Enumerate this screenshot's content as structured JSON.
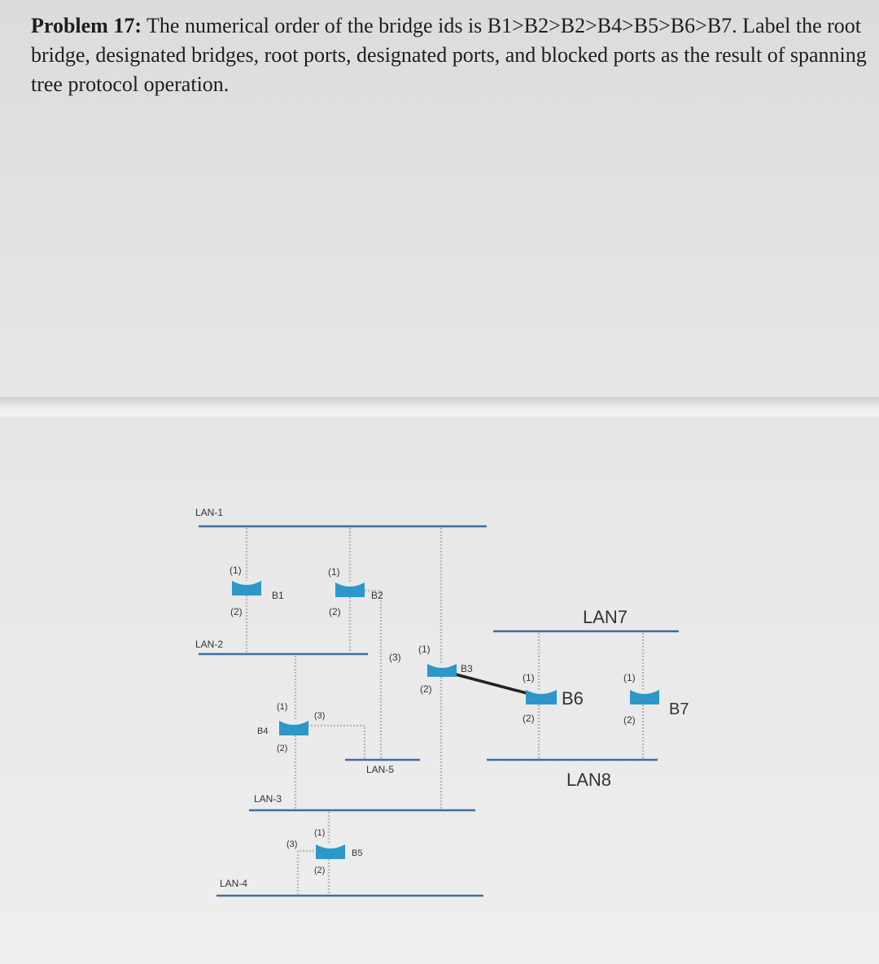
{
  "problem": {
    "label": "Problem 17:",
    "text": " The numerical order of the bridge ids is B1>B2>B2>B4>B5>B6>B7. Label the root bridge, designated bridges, root ports, designated ports, and blocked ports as the result of spanning tree protocol operation."
  },
  "lans": {
    "lan1": "LAN-1",
    "lan2": "LAN-2",
    "lan3": "LAN-3",
    "lan4": "LAN-4",
    "lan5": "LAN-5",
    "lan7": "LAN7",
    "lan8": "LAN8"
  },
  "bridges": {
    "b1": {
      "name": "B1",
      "p1": "(1)",
      "p2": "(2)"
    },
    "b2": {
      "name": "B2",
      "p1": "(1)",
      "p2": "(2)",
      "p3": "(3)"
    },
    "b3": {
      "name": "B3",
      "p1": "(1)",
      "p2": "(2)"
    },
    "b4": {
      "name": "B4",
      "p1": "(1)",
      "p2": "(2)",
      "p3": "(3)"
    },
    "b5": {
      "name": "B5",
      "p1": "(1)",
      "p2": "(2)",
      "p3": "(3)"
    },
    "b6": {
      "name": "B6",
      "p1": "(1)",
      "p2": "(2)"
    },
    "b7": {
      "name": "B7",
      "p1": "(1)",
      "p2": "(2)"
    }
  },
  "colors": {
    "lan": "#3e6ea0",
    "bridge": "#2d97c9",
    "wire": "#b9b9b9",
    "link": "#222222"
  }
}
